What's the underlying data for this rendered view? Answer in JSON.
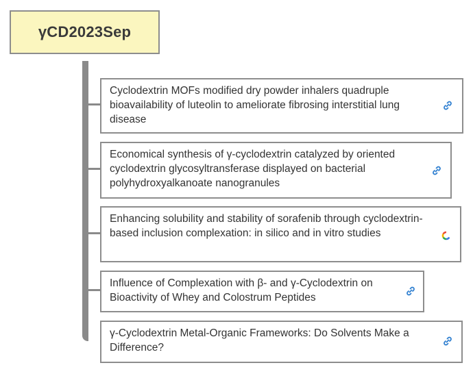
{
  "root": {
    "title": "γCD2023Sep"
  },
  "topics": [
    {
      "text": "Cyclodextrin MOFs modified dry powder inhalers quadruple bioavailability of luteolin to ameliorate fibrosing interstitial lung disease",
      "icon": "link-icon"
    },
    {
      "text": "Economical synthesis of γ-cyclodextrin catalyzed by oriented cyclodextrin glycosyltransferase displayed on bacterial polyhydroxyalkanoate nanogranules",
      "icon": "link-icon"
    },
    {
      "text": "Enhancing solubility and stability of sorafenib through cyclodextrin-based inclusion complexation: in silico and in vitro studies",
      "icon": "loading-icon"
    },
    {
      "text": "Influence of Complexation with β- and γ-Cyclodextrin on Bioactivity of Whey and Colostrum Peptides",
      "icon": "link-icon"
    },
    {
      "text": "γ-Cyclodextrin Metal-Organic Frameworks: Do Solvents Make a Difference?",
      "icon": "link-icon"
    }
  ],
  "colors": {
    "root_fill": "#fbf6bf",
    "border": "#8d8d8d",
    "connector": "#8a8a8a",
    "link_icon": "#2f7fd0"
  }
}
